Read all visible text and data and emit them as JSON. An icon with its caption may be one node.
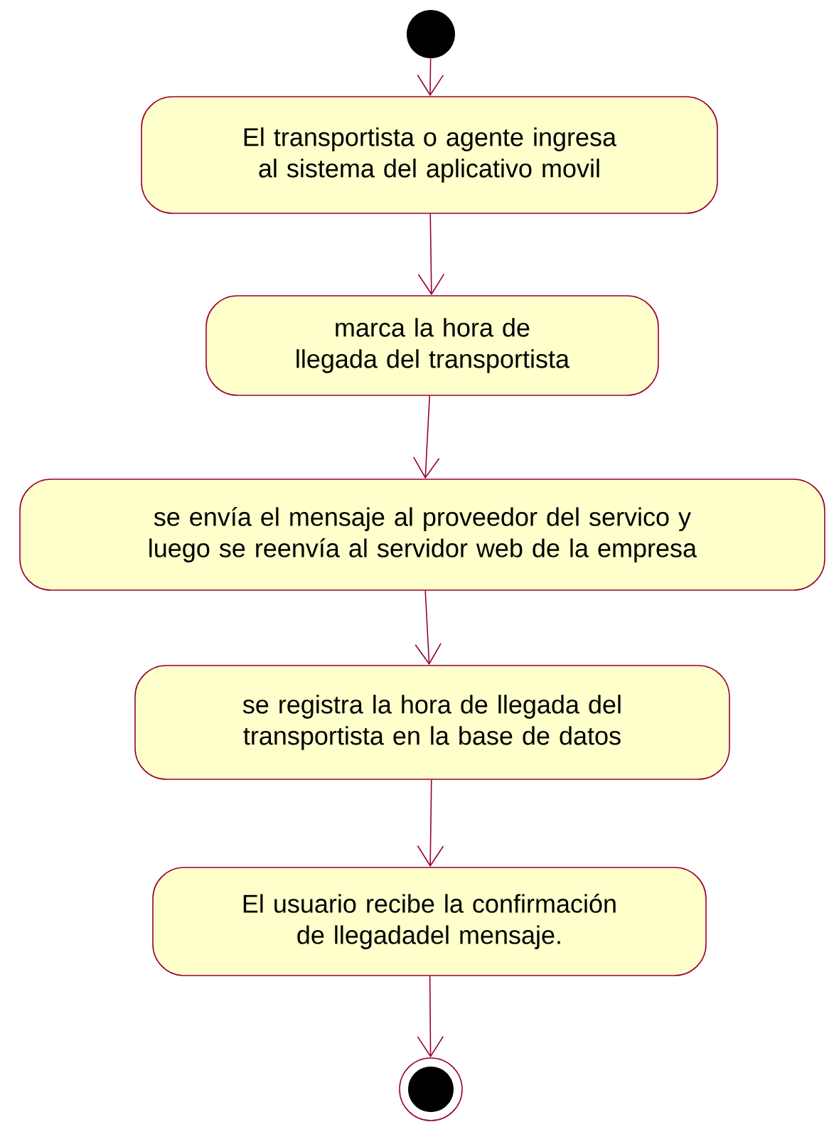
{
  "diagram": {
    "nodes": [
      {
        "text": [],
        "shape": "circle"
      },
      {
        "text": [
          "El transportista o agente ingresa al sistema del aplicativo movil"
        ]
      },
      {
        "text": [
          "marca la hora de llegada del transportista"
        ]
      },
      {
        "text": [
          "se envía el mensaje al proveedor del servico y luego se reenvía al servidor web de la empresa"
        ]
      },
      {
        "text": [
          "se registra la hora de llegada del transportista en la base de datos"
        ]
      },
      {
        "text": [
          "El usuario recibe la confirmación de llegadadel mensaje."
        ]
      },
      {
        "text": [],
        "shape": "circle"
      }
    ],
    "edges": [
      {
        "from": 0,
        "to": 1,
        "arrow": "to"
      },
      {
        "from": 1,
        "to": 2,
        "arrow": "to"
      },
      {
        "from": 2,
        "to": 3,
        "arrow": "to"
      },
      {
        "from": 3,
        "to": 4,
        "arrow": "to"
      },
      {
        "from": 4,
        "to": 5,
        "arrow": "to"
      },
      {
        "from": 5,
        "to": 6,
        "arrow": "to"
      }
    ]
  }
}
